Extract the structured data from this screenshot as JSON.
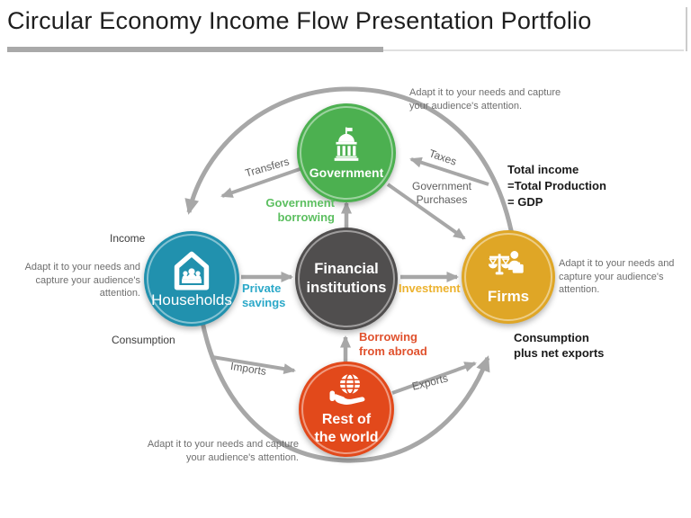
{
  "title": "Circular Economy Income Flow Presentation Portfolio",
  "nodes": {
    "government": {
      "label": "Government",
      "icon": "capitol-icon"
    },
    "households": {
      "label": "Households",
      "icon": "house-people-icon"
    },
    "financial": {
      "label": "Financial\ninstitutions",
      "icon": ""
    },
    "firms": {
      "label": "Firms",
      "icon": "scales-person-icon"
    },
    "rest_of_world": {
      "label": "Rest of\nthe world",
      "icon": "hand-globe-icon"
    }
  },
  "flows": {
    "transfers": "Transfers",
    "taxes": "Taxes",
    "government_purchases": "Government\nPurchases",
    "government_borrowing": "Government\nborrowing",
    "income": "Income",
    "private_savings": "Private\nsavings",
    "investment": "Investment",
    "consumption": "Consumption",
    "imports": "Imports",
    "exports": "Exports",
    "borrowing_from_abroad": "Borrowing\nfrom abroad"
  },
  "annotations": {
    "adapt_top": "Adapt it to your needs and capture\nyour audience's attention.",
    "adapt_left": "Adapt it to your needs and\ncapture your audience's\nattention.",
    "adapt_right": "Adapt it to your needs and\ncapture your audience's\nattention.",
    "adapt_bottom": "Adapt it to your needs and capture\nyour audience's attention.",
    "total_income": "Total income\n=Total Production\n= GDP",
    "consumption_plus_net_exports": "Consumption\nplus net exports"
  },
  "colors": {
    "government": "#4cb050",
    "households": "#2191ae",
    "financial_institutions": "#504e4e",
    "firms": "#dfa626",
    "rest_of_world": "#e2491b",
    "arrows": "#a7a7a7",
    "gray_labels": "#5f5f5f",
    "dark_text": "#1a1a1a",
    "government_borrowing_label": "#5cbf60",
    "private_savings_label": "#2ba8c8",
    "investment_label": "#ecb22e",
    "borrowing_from_abroad_label": "#e0512d"
  }
}
